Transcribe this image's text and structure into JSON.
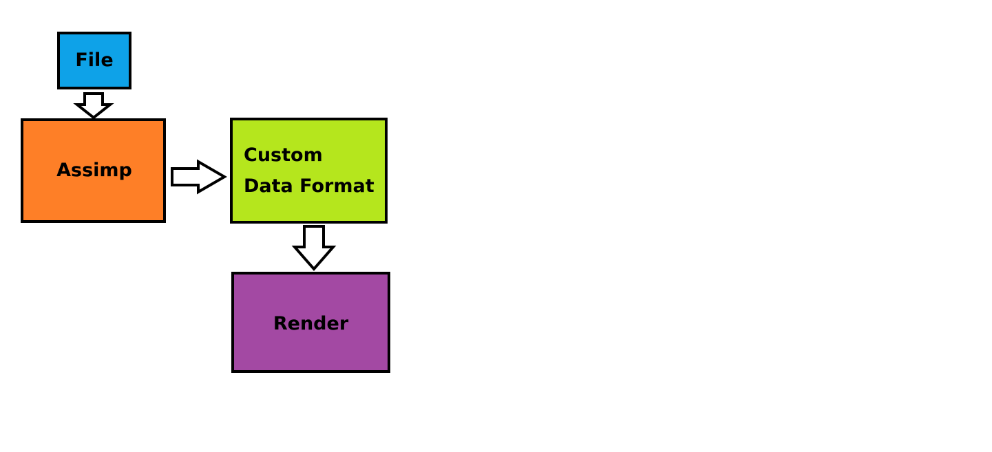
{
  "diagram": {
    "nodes": [
      {
        "id": "file",
        "label_lines": [
          "File"
        ],
        "color": "#0ea2e8"
      },
      {
        "id": "assimp",
        "label_lines": [
          "Assimp"
        ],
        "color": "#fe7f27"
      },
      {
        "id": "custom",
        "label_lines": [
          "Custom",
          "Data Format"
        ],
        "color": "#b5e61d"
      },
      {
        "id": "render",
        "label_lines": [
          "Render"
        ],
        "color": "#a349a3"
      }
    ],
    "edges": [
      {
        "from": "file",
        "to": "assimp",
        "direction": "down"
      },
      {
        "from": "assimp",
        "to": "custom",
        "direction": "right"
      },
      {
        "from": "custom",
        "to": "render",
        "direction": "down"
      }
    ],
    "border_color": "#000000",
    "arrow_fill": "#ffffff"
  }
}
